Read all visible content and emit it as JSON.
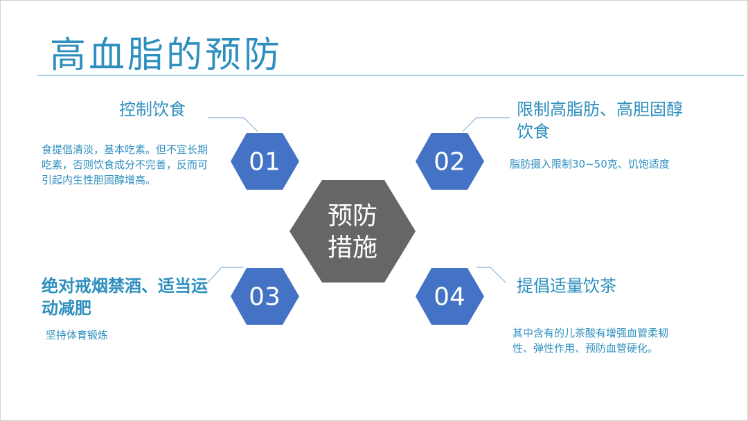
{
  "title": "高血脂的预防",
  "center": {
    "line1": "预防",
    "line2": "措施"
  },
  "items": [
    {
      "number": "01",
      "heading": "控制饮食",
      "description": "食提倡清淡，基本吃素。但不宜长期吃素，否则饮食成分不完善，反而可引起内生性胆固醇增高。"
    },
    {
      "number": "02",
      "heading": "限制高脂肪、高胆固醇饮食",
      "description": "脂肪摄入限制30~50克、饥饱适度"
    },
    {
      "number": "03",
      "heading": "绝对戒烟禁酒、适当运动减肥",
      "description": "坚持体育锻炼"
    },
    {
      "number": "04",
      "heading": "提倡适量饮茶",
      "description": "其中含有的儿茶酸有增强血管柔韧性、弹性作用、预防血管硬化。"
    }
  ],
  "colors": {
    "accent": "#2e8fbf",
    "hex_fill": "#4472c4",
    "center_fill": "#666666"
  }
}
